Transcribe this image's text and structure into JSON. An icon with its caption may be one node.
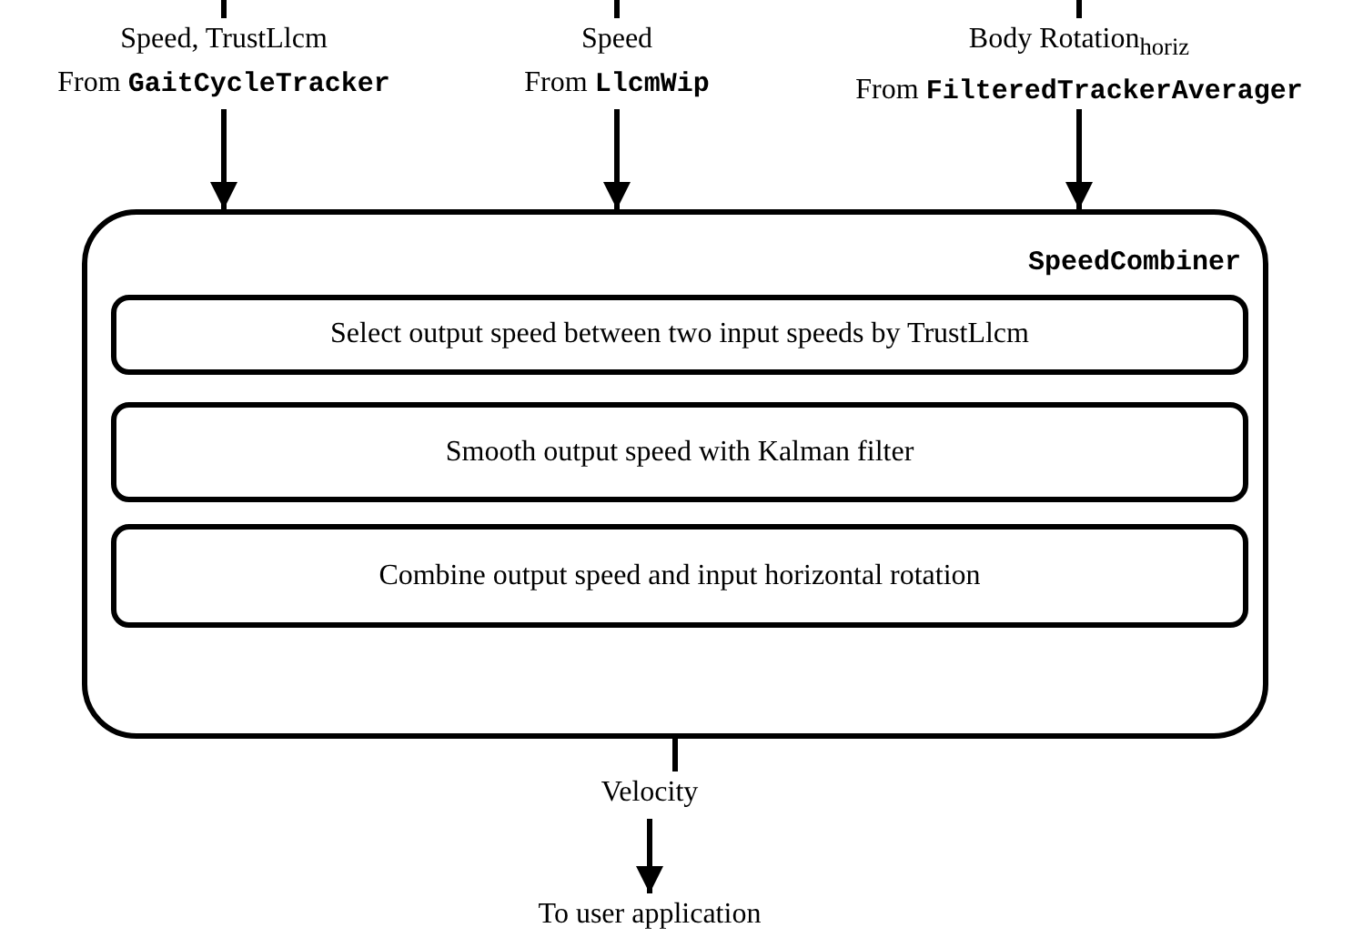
{
  "diagram": {
    "nodes": [
      {
        "text": [
          "Speed, TrustLlcm",
          "From **GaitCycleTracker**"
        ]
      },
      {
        "text": [
          "Speed",
          "From **LlcmWip**"
        ]
      },
      {
        "text": [
          "Body Rotation$_{horiz}$",
          "From **FilteredTrackerAverager**"
        ]
      },
      {
        "text": [
          "SpeedCombiner"
        ]
      },
      {
        "text": [
          "Select output speed between two input speeds by TrustLlcm"
        ],
        "in": 3
      },
      {
        "text": [
          "Smooth output speed with Kalman filter"
        ],
        "in": 3
      },
      {
        "text": [
          "Combine output speed and input horizontal rotation"
        ],
        "in": 3
      },
      {
        "text": [
          "Velocity"
        ]
      },
      {
        "text": [
          "To user application"
        ]
      }
    ],
    "edges": [
      {
        "from": null,
        "to": 0,
        "arrow": "none"
      },
      {
        "from": null,
        "to": 1,
        "arrow": "none"
      },
      {
        "from": null,
        "to": 2,
        "arrow": "none"
      },
      {
        "from": 0,
        "to": 3,
        "arrow": "to"
      },
      {
        "from": 1,
        "to": 3,
        "arrow": "to"
      },
      {
        "from": 2,
        "to": 3,
        "arrow": "to"
      },
      {
        "from": 3,
        "to": 7,
        "arrow": "none"
      },
      {
        "from": 7,
        "to": 8,
        "arrow": "to"
      }
    ]
  }
}
